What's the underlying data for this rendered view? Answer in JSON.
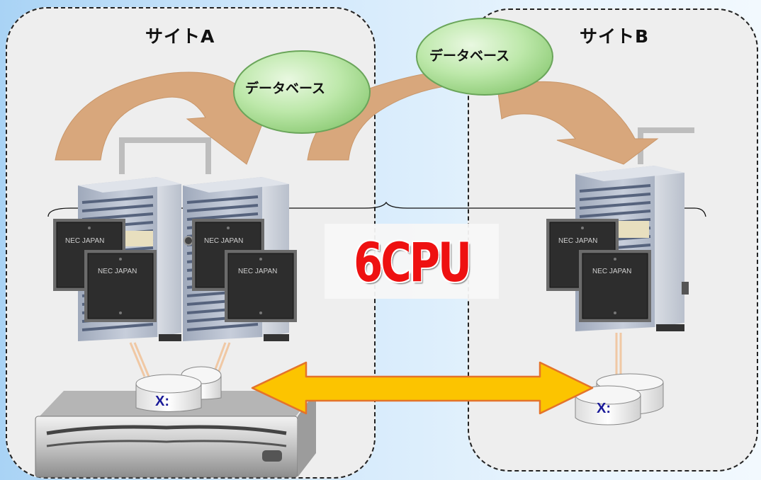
{
  "sites": {
    "a": {
      "title": "サイトA",
      "drive": "X:"
    },
    "b": {
      "title": "サイトB",
      "drive": "X:"
    }
  },
  "database": {
    "left": "データベース",
    "right": "データベース"
  },
  "cpu_total": "6CPU",
  "chip_label": "NEC JAPAN",
  "colors": {
    "background": "#cfe7fb",
    "site_fill": "#eeeeee",
    "flow_arrow": "#d8a77c",
    "database_bubble": "#b8e6a8",
    "replication_arrow": "#fcc400",
    "cpu_text": "#ee1111"
  },
  "icons": [
    "tower-server-icon",
    "cpu-chip-icon",
    "disk-icon",
    "storage-array-icon",
    "database-bubble-icon"
  ]
}
